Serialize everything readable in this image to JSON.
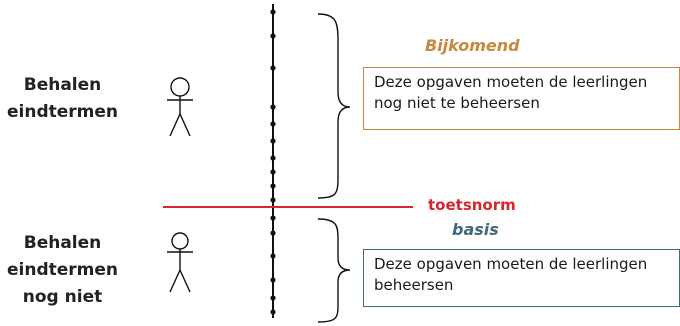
{
  "groups": {
    "top": {
      "line1": "Behalen",
      "line2": "eindtermen"
    },
    "bottom": {
      "line1": "Behalen",
      "line2": "eindtermen",
      "line3": "nog niet"
    }
  },
  "norm": {
    "label": "toetsnorm",
    "color": "#d7262d"
  },
  "sections": {
    "top": {
      "heading": "Bijkomend",
      "heading_color": "#c8893e",
      "text_line1": "Deze opgaven moeten de leerlingen",
      "text_line2": "nog niet te beheersen",
      "border_color": "#c8893e"
    },
    "bottom": {
      "heading": "basis",
      "heading_color": "#3f6a78",
      "text_line1": "Deze opgaven moeten de leerlingen",
      "text_line2": "beheersen",
      "border_color": "#3f6a78"
    }
  },
  "icons": [
    "stick-figure-icon",
    "curly-brace-icon"
  ]
}
